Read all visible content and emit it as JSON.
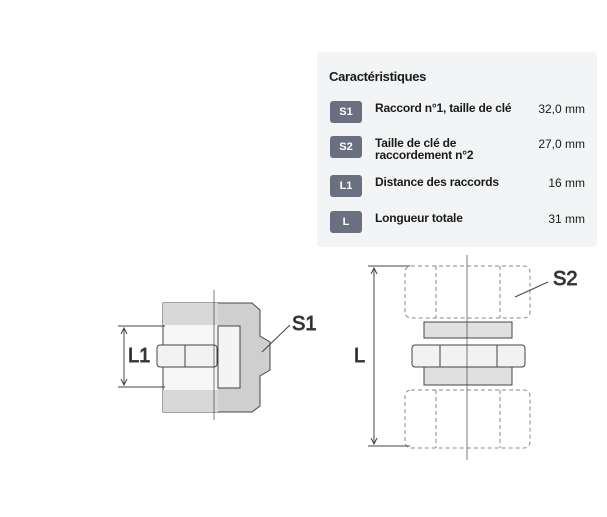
{
  "characteristics": {
    "title": "Caractéristiques",
    "rows": [
      {
        "badge": "S1",
        "label": "Raccord n°1, taille de clé",
        "value": "32,0 mm"
      },
      {
        "badge": "S2",
        "label": "Taille de clé de raccordement n°2",
        "value": "27,0 mm"
      },
      {
        "badge": "L1",
        "label": "Distance des raccords",
        "value": "16 mm"
      },
      {
        "badge": "L",
        "label": "Longueur totale",
        "value": "31 mm"
      }
    ]
  },
  "drawing": {
    "s1": "S1",
    "s2": "S2",
    "l1": "L1",
    "l": "L"
  }
}
